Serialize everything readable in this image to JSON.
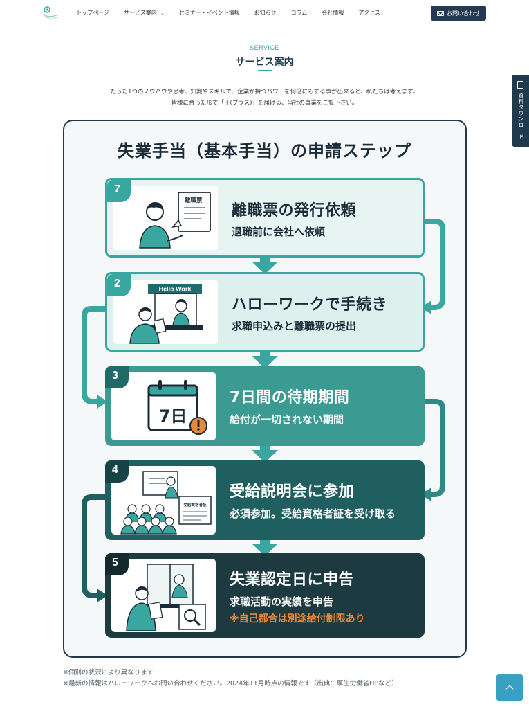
{
  "header": {
    "nav": [
      "トップページ",
      "サービス案内",
      "セミナー・イベント情報",
      "お知らせ",
      "コラム",
      "会社情報",
      "アクセス"
    ],
    "contact_label": "お問い合わせ"
  },
  "section": {
    "eyebrow": "SERVICE",
    "title": "サービス案内",
    "intro_line1": "たった1つのノウハウや思考、知識やスキルで、企業が持つパワーを何倍にもする事が出来ると、私たちは考えます。",
    "intro_line2": "皆様に合った形で「＋(プラス)」を届ける、当社の事業をご覧下さい。"
  },
  "side_tab": {
    "label": "資料ダウンロード"
  },
  "infographic": {
    "title": "失業手当（基本手当）の申請ステップ",
    "steps": [
      {
        "num": "7",
        "title": "離職票の発行依頼",
        "sub": "退職前に会社へ依頼",
        "doc_label": "離職票"
      },
      {
        "num": "2",
        "title": "ハローワークで手続き",
        "sub": "求職申込みと離職票の提出",
        "sign": "Hello Work"
      },
      {
        "num": "3",
        "title": "7日間の待期期間",
        "sub": "給付が一切されない期間",
        "calendar": "7日"
      },
      {
        "num": "4",
        "title": "受給説明会に参加",
        "sub": "必須参加。受給資格者証を受け取る",
        "doc_label": "受給資格者証"
      },
      {
        "num": "5",
        "title": "失業認定日に申告",
        "sub": "求職活動の実績を申告",
        "warn": "※自己都合は別途給付制限あり"
      }
    ]
  },
  "notes": [
    "※個別の状況により異なります",
    "※最新の情報はハローワークへお問い合わせください。2024年11月時点の情報です（出典：厚生労働省HPなど）"
  ],
  "colors": {
    "accent": "#3aa6a0",
    "navy": "#1f3a4d",
    "warn": "#e8893a"
  }
}
